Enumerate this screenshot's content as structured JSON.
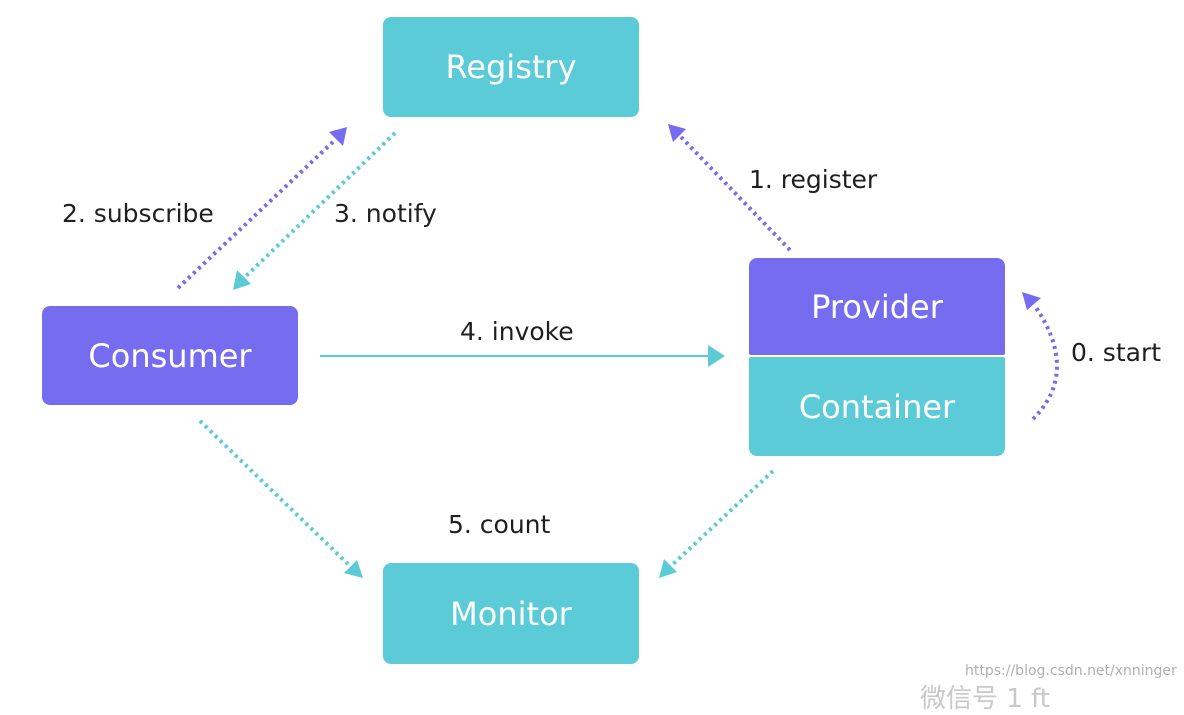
{
  "nodes": {
    "registry": "Registry",
    "consumer": "Consumer",
    "provider": "Provider",
    "container": "Container",
    "monitor": "Monitor"
  },
  "edges": {
    "register": "1. register",
    "subscribe": "2. subscribe",
    "notify": "3. notify",
    "invoke": "4. invoke",
    "start": "0. start",
    "count": "5. count"
  },
  "watermark": {
    "url": "https://blog.csdn.net/xnninger",
    "partial_text": "微信号 1    ft"
  },
  "colors": {
    "teal": "#5bcbd7",
    "purple": "#766cf0",
    "text": "#1f1f1f"
  }
}
